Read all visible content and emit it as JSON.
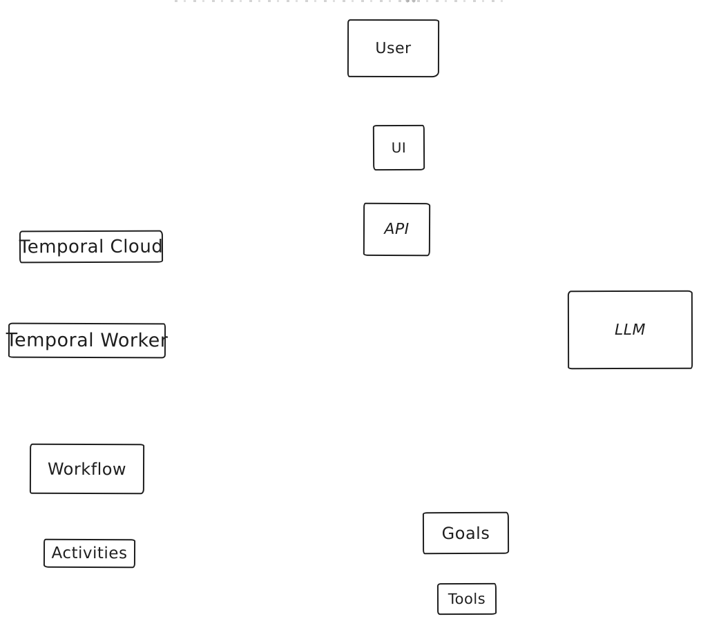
{
  "canvas": {
    "background_color": "#ffffff",
    "stroke_color": "#1e1e1e",
    "style": "hand-drawn sketch (whiteboard) diagram, no visible connectors"
  },
  "diagram": {
    "nodes": [
      {
        "id": "user",
        "label": "User"
      },
      {
        "id": "ui",
        "label": "UI"
      },
      {
        "id": "api",
        "label": "API"
      },
      {
        "id": "temporal-cloud",
        "label": "Temporal Cloud"
      },
      {
        "id": "temporal-worker",
        "label": "Temporal Worker"
      },
      {
        "id": "llm",
        "label": "LLM"
      },
      {
        "id": "workflow",
        "label": "Workflow"
      },
      {
        "id": "goals",
        "label": "Goals"
      },
      {
        "id": "activities",
        "label": "Activities"
      },
      {
        "id": "tools",
        "label": "Tools"
      }
    ]
  }
}
